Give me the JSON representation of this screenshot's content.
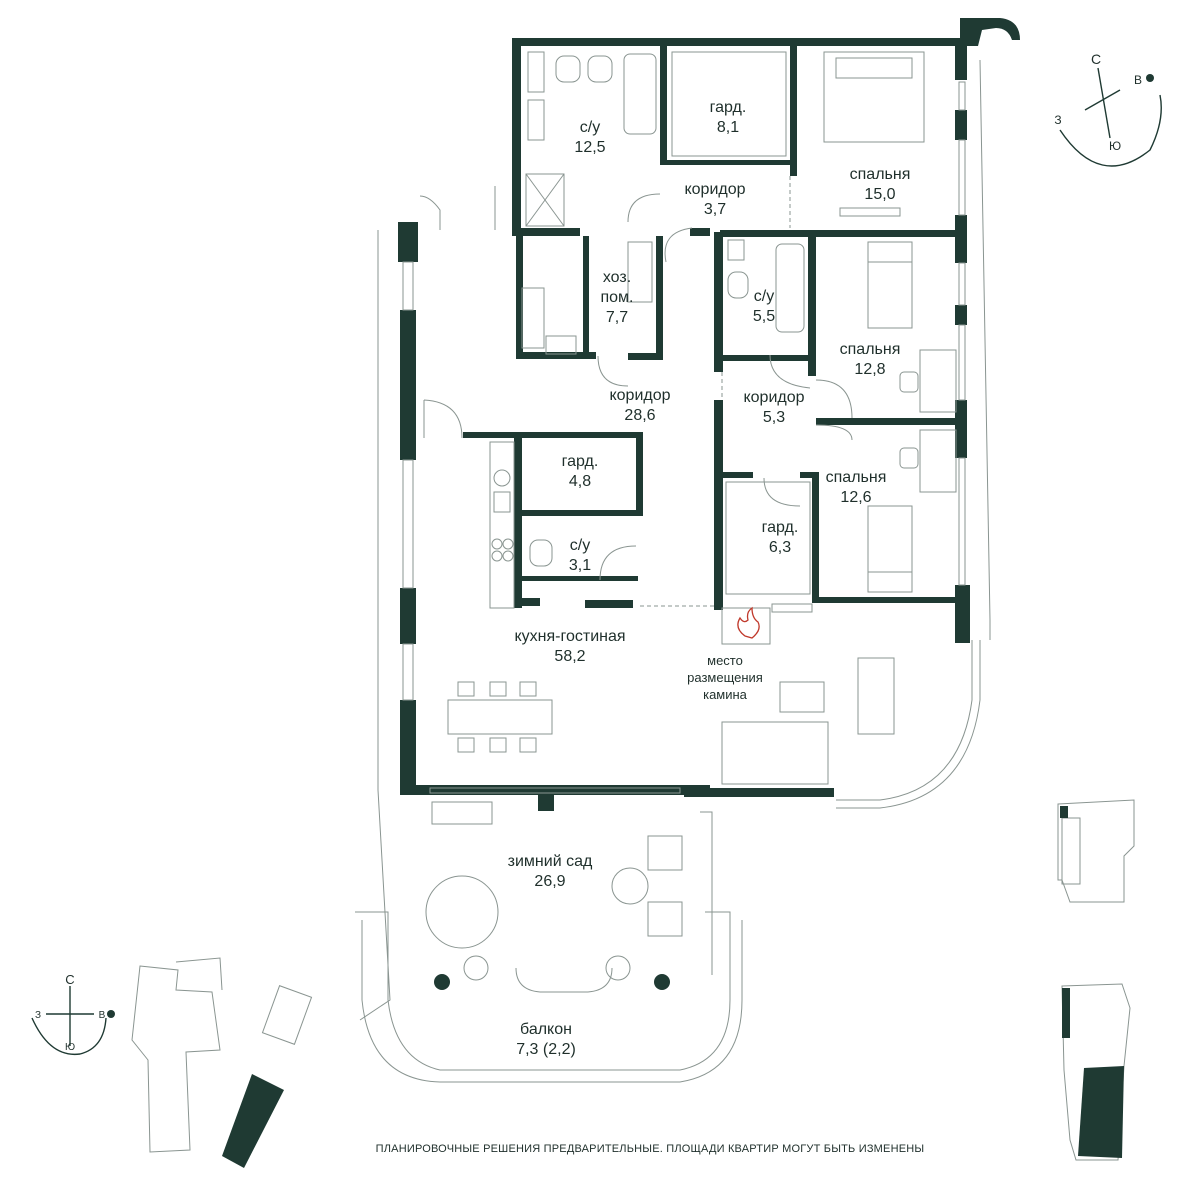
{
  "rooms": [
    {
      "id": "bath1",
      "name": "с/у",
      "area": "12,5"
    },
    {
      "id": "ward1",
      "name": "гард.",
      "area": "8,1"
    },
    {
      "id": "bed1",
      "name": "спальня",
      "area": "15,0"
    },
    {
      "id": "corr1",
      "name": "коридор",
      "area": "3,7"
    },
    {
      "id": "util",
      "name": "хоз. пом.",
      "area": "7,7"
    },
    {
      "id": "bath2",
      "name": "с/у",
      "area": "5,5"
    },
    {
      "id": "bed2",
      "name": "спальня",
      "area": "12,8"
    },
    {
      "id": "corr2",
      "name": "коридор",
      "area": "28,6"
    },
    {
      "id": "corr3",
      "name": "коридор",
      "area": "5,3"
    },
    {
      "id": "ward2",
      "name": "гард.",
      "area": "4,8"
    },
    {
      "id": "bed3",
      "name": "спальня",
      "area": "12,6"
    },
    {
      "id": "ward3",
      "name": "гард.",
      "area": "6,3"
    },
    {
      "id": "bath3",
      "name": "с/у",
      "area": "3,1"
    },
    {
      "id": "living",
      "name": "кухня-гостиная",
      "area": "58,2"
    },
    {
      "id": "garden",
      "name": "зимний сад",
      "area": "26,9"
    },
    {
      "id": "balcony",
      "name": "балкон",
      "area": "7,3 (2,2)"
    }
  ],
  "fireplace_note": [
    "место",
    "размещения",
    "камина"
  ],
  "compass": {
    "north": "С",
    "east": "В",
    "south": "Ю",
    "west": "З"
  },
  "footer_note": "ПЛАНИРОВОЧНЫЕ РЕШЕНИЯ ПРЕДВАРИТЕЛЬНЫЕ. ПЛОЩАДИ КВАРТИР МОГУТ БЫТЬ ИЗМЕНЕНЫ",
  "colors": {
    "wall": "#1f3a33",
    "line": "#8a9591",
    "fire": "#c0392b"
  }
}
